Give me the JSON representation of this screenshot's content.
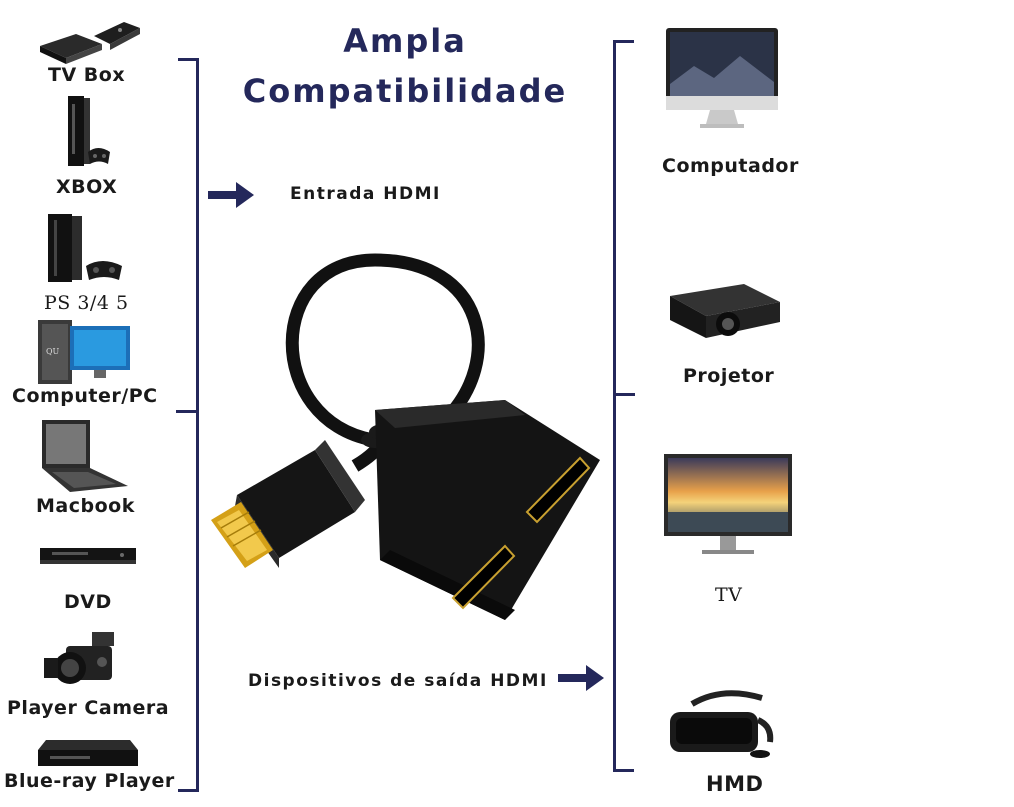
{
  "title": {
    "line1": "Ampla",
    "line2": "Compatibilidade"
  },
  "arrows": {
    "input_label": "Entrada HDMI",
    "output_label": "Dispositivos de saída HDMI"
  },
  "left_devices": [
    {
      "label": "TV Box",
      "icon": "tv-box-icon"
    },
    {
      "label": "XBOX",
      "icon": "xbox-console-icon"
    },
    {
      "label": "PS 3/4 5",
      "icon": "playstation-console-icon"
    },
    {
      "label": "Computer/PC",
      "icon": "desktop-pc-icon"
    },
    {
      "label": "Macbook",
      "icon": "laptop-icon"
    },
    {
      "label": "DVD",
      "icon": "dvd-player-icon"
    },
    {
      "label": "Player Camera",
      "icon": "video-camera-icon"
    },
    {
      "label": "Blue-ray Player",
      "icon": "bluray-player-icon"
    }
  ],
  "right_devices": [
    {
      "label": "Computador",
      "icon": "imac-monitor-icon"
    },
    {
      "label": "Projetor",
      "icon": "projector-icon"
    },
    {
      "label": "TV",
      "icon": "tv-monitor-icon"
    },
    {
      "label": "HMD",
      "icon": "vr-headset-icon"
    }
  ],
  "colors": {
    "accent": "#24285b",
    "text": "#1a1a1a",
    "cable": "#111111",
    "gold": "#d4a017"
  }
}
